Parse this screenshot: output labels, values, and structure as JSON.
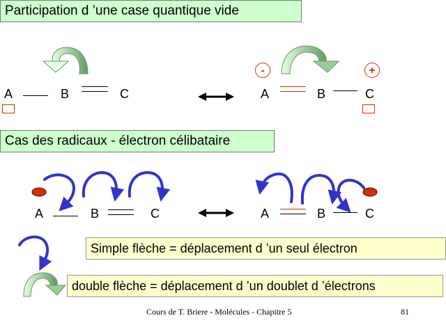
{
  "title_empty_box": "Participation d ’une case quantique vide",
  "title_radicals": "Cas des radicaux - électron célibataire",
  "atom_a": "A",
  "atom_b": "B",
  "atom_c": "C",
  "charge_minus": "-",
  "charge_plus": "+",
  "legend_simple": "Simple flèche = déplacement d ’un seul électron",
  "legend_double": "double flèche = déplacement d ’un doublet d ’électrons",
  "footer_text": "Cours de T. Briere - Molécules - Chapitre 5",
  "page_number": "81",
  "colors": {
    "green_box": "#ccffcc",
    "yellow_box": "#ffffcc",
    "red": "#cc3300",
    "blue_arrow": "#3333cc",
    "green_arrow": "#99cc99"
  }
}
